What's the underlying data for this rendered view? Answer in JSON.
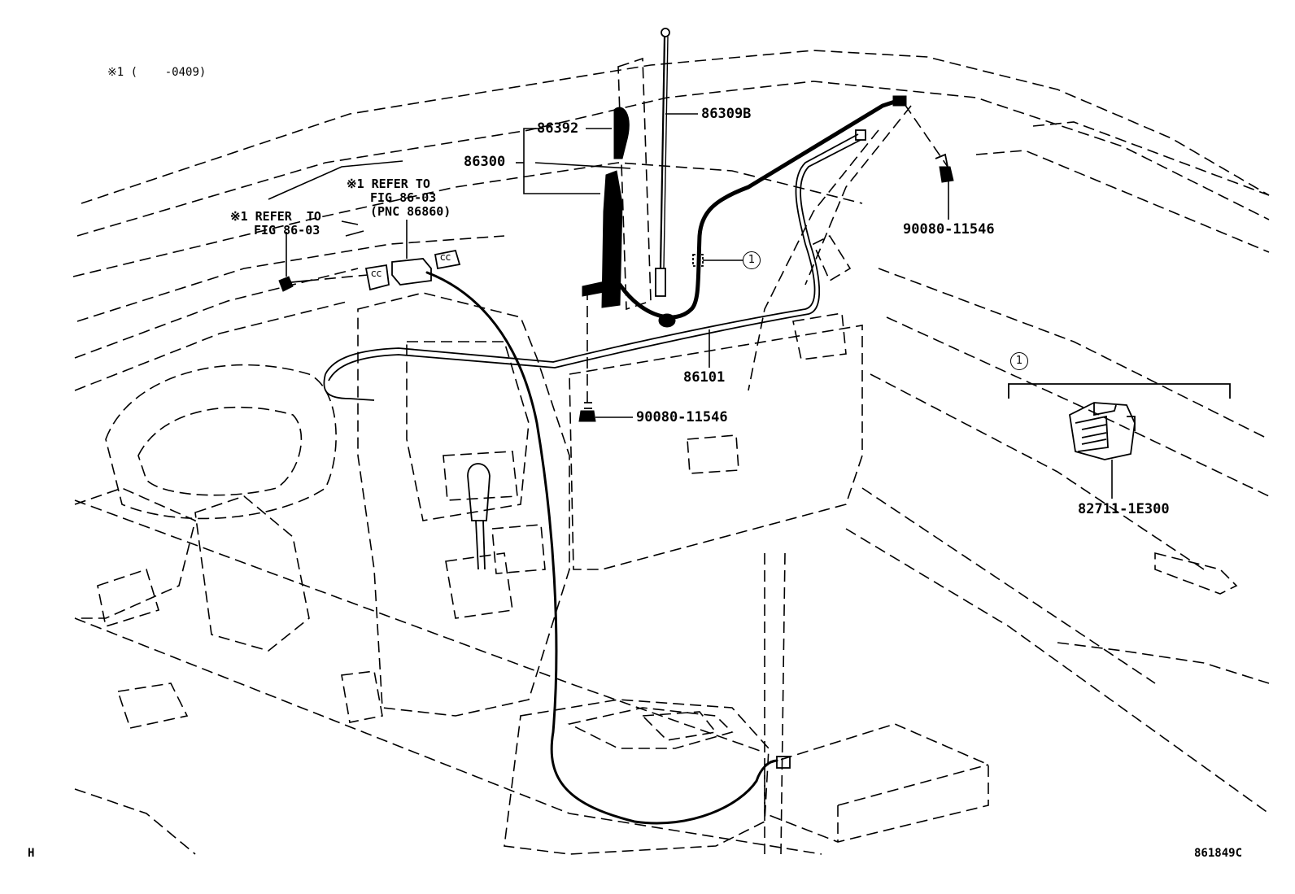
{
  "diagram": {
    "header_note": "※1 (    -0409)",
    "corner_left": "H",
    "corner_right": "861849C",
    "callout_symbol": "1"
  },
  "parts": {
    "p86309b": "86309B",
    "p86392": "86392",
    "p86300": "86300",
    "p90080_upper": "90080-11546",
    "p90080_lower": "90080-11546",
    "p86101": "86101",
    "p82711": "82711-1E300"
  },
  "refs": {
    "ref1_line1": "※1 REFER TO",
    "ref1_line2": "FIG 86-03",
    "ref1_line3": "(PNC 86860)",
    "ref2_line1": "※1 REFER  TO",
    "ref2_line2": "FIG 86-03"
  },
  "icons": {
    "callout": "circled-number-icon",
    "bolt": "bolt-icon",
    "clip": "clip-icon",
    "antenna": "antenna-icon"
  }
}
